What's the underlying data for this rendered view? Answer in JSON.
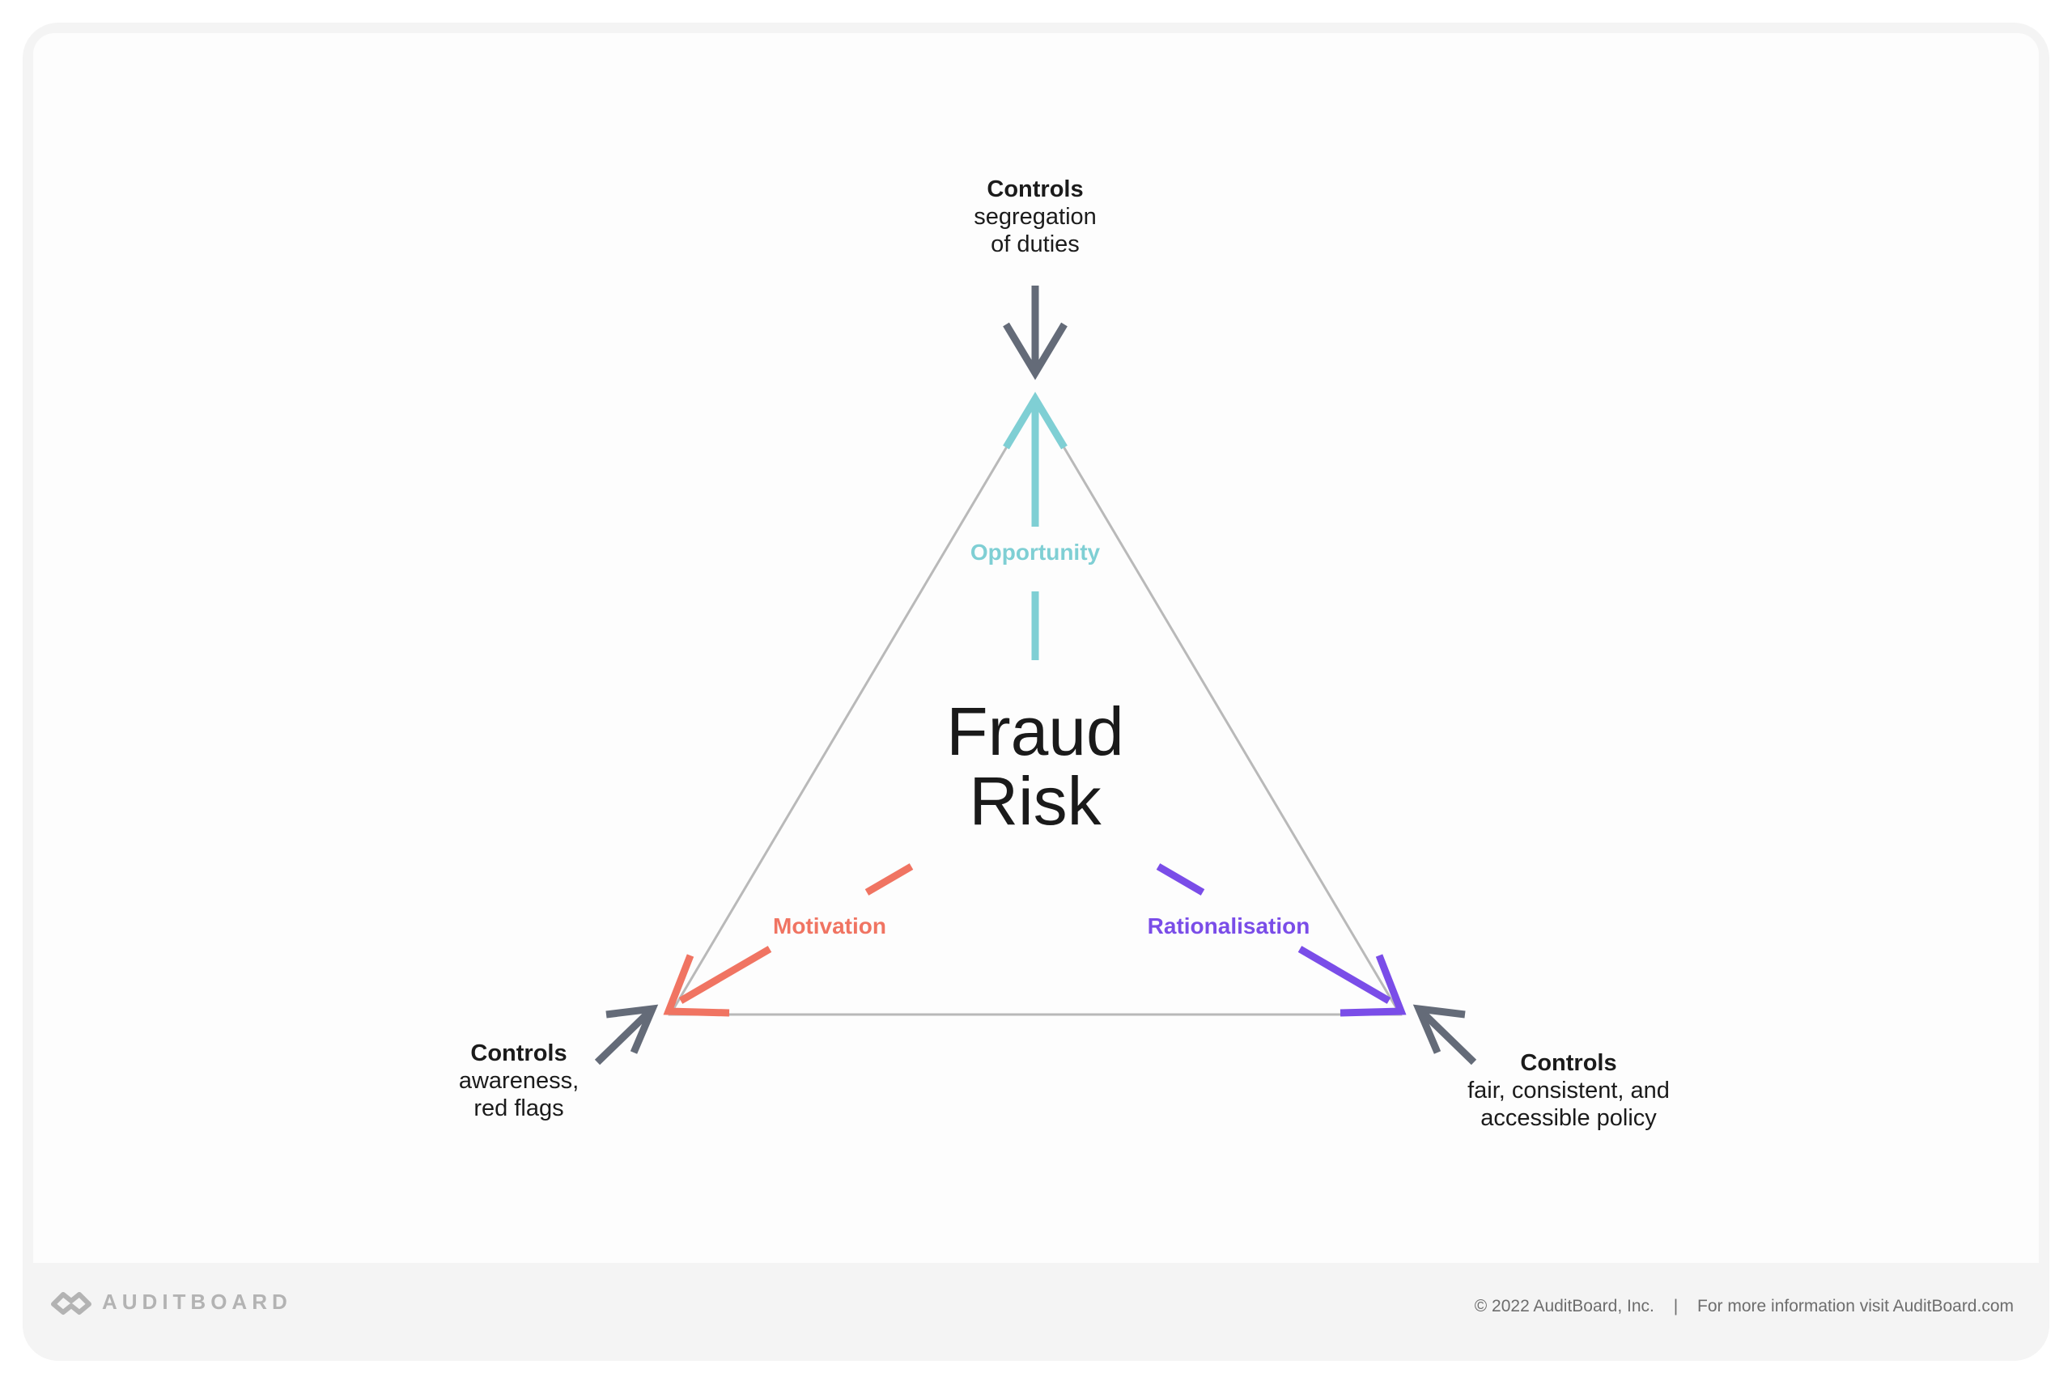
{
  "diagram": {
    "center_title_line1": "Fraud",
    "center_title_line2": "Risk",
    "forces": {
      "opportunity": {
        "label": "Opportunity",
        "color": "#7fcfd4"
      },
      "motivation": {
        "label": "Motivation",
        "color": "#f07462"
      },
      "rationalisation": {
        "label": "Rationalisation",
        "color": "#7a4de8"
      }
    },
    "controls": {
      "top": {
        "title": "Controls",
        "line1": "segregation",
        "line2": "of duties"
      },
      "left": {
        "title": "Controls",
        "line1": "awareness,",
        "line2": "red flags"
      },
      "right": {
        "title": "Controls",
        "line1": "fair, consistent, and",
        "line2": "accessible policy"
      }
    },
    "control_arrow_color": "#646b78",
    "triangle_color": "#b9b9b9"
  },
  "footer": {
    "brand": "AUDITBOARD",
    "copyright": "© 2022  AuditBoard, Inc.",
    "separator": "|",
    "more_info": "For more information visit AuditBoard.com"
  }
}
